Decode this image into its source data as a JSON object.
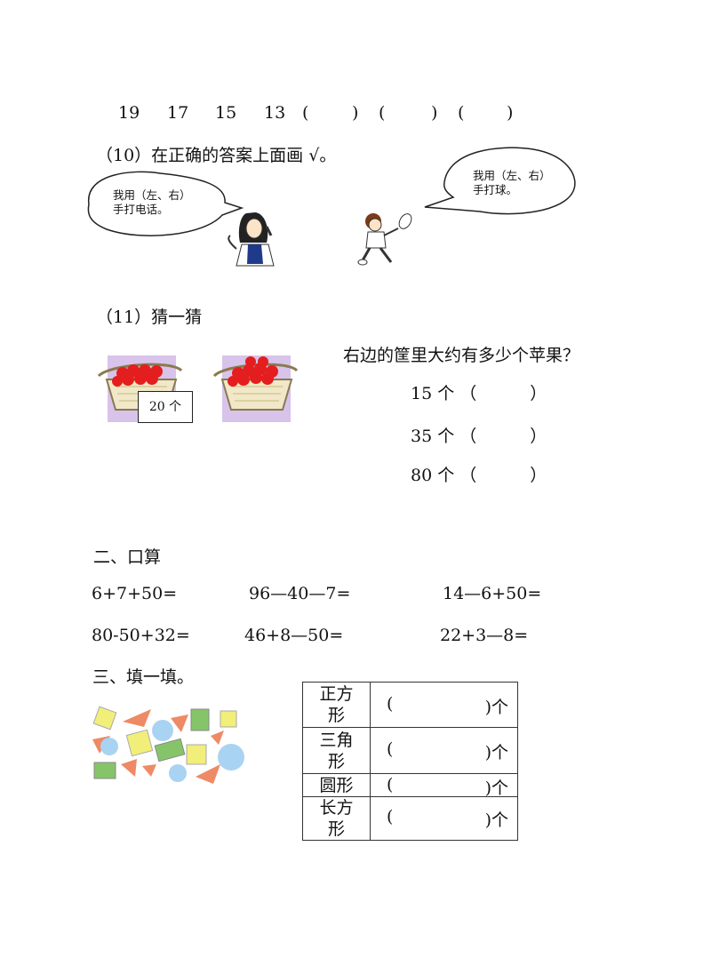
{
  "sequence": {
    "numbers": [
      "19",
      "17",
      "15",
      "13"
    ],
    "blanks": [
      "(",
      ")",
      "(",
      ")",
      "(",
      ")"
    ]
  },
  "q10": {
    "title": "（10）在正确的答案上面画 √。",
    "bubble_left": {
      "line1": "我用（左、右）",
      "line2": "手打电话。"
    },
    "bubble_right": {
      "line1": "我用（左、右）",
      "line2": "手打球。"
    }
  },
  "q11": {
    "title": "（11）猜一猜",
    "question": "右边的筐里大约有多少个苹果？",
    "label_box": "20 个",
    "options": [
      {
        "value": "15 个",
        "open": "（",
        "close": "）"
      },
      {
        "value": "35 个",
        "open": "（",
        "close": "）"
      },
      {
        "value": "80 个",
        "open": "（",
        "close": "）"
      }
    ]
  },
  "section2": {
    "title": "二、口算",
    "rows": [
      [
        "6+7+50=",
        "96—40—7=",
        "14—6+50="
      ],
      [
        "80-50+32=",
        "46+8—50=",
        "22+3—8="
      ]
    ]
  },
  "section3": {
    "title": "三、填一填。",
    "table": [
      {
        "name_line1": "正方",
        "name_line2": "形",
        "open": "(",
        "close": ")个"
      },
      {
        "name_line1": "三角",
        "name_line2": "形",
        "open": "(",
        "close": ")个"
      },
      {
        "name_line1": "圆形",
        "name_line2": "",
        "open": "(",
        "close": ")个"
      },
      {
        "name_line1": "长方",
        "name_line2": "形",
        "open": "(",
        "close": ")个"
      }
    ]
  },
  "colors": {
    "lavender": "#d8c3ea",
    "apple_red": "#e41e1e",
    "shape_yellow": "#f2ee7a",
    "shape_orange": "#ee8a66",
    "shape_blue": "#a9d3f2",
    "shape_green": "#86c46a"
  }
}
